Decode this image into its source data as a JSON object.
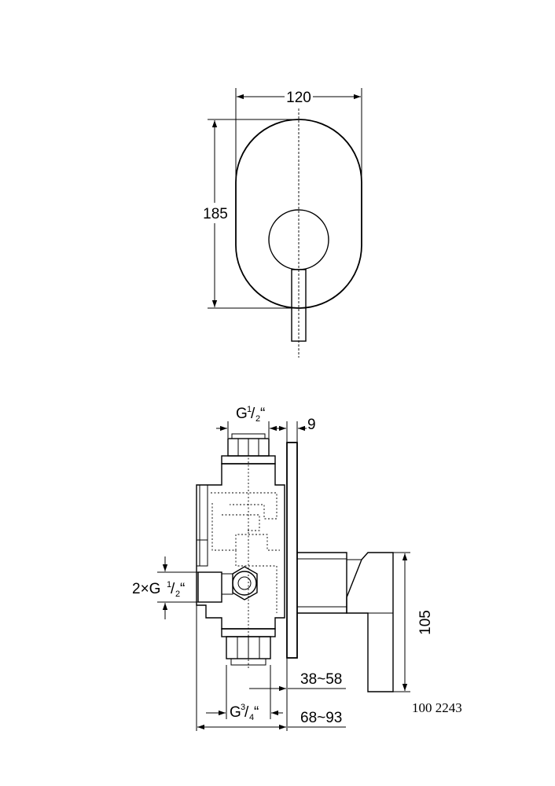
{
  "front_view": {
    "width_label": "120",
    "height_label": "185"
  },
  "side_view": {
    "inlet_thread_prefix": "G",
    "inlet_thread_num": "1",
    "inlet_thread_den": "2",
    "inlet_thread_suffix": "“",
    "plate_thickness_label": "9",
    "side_inlets_prefix": "2×G",
    "side_inlets_num": "1",
    "side_inlets_den": "2",
    "side_inlets_suffix": "“",
    "handle_height_label": "105",
    "outlet_thread_prefix": "G",
    "outlet_thread_num": "3",
    "outlet_thread_den": "4",
    "outlet_thread_suffix": "“",
    "install_depth_1": "38~58",
    "install_depth_2": "68~93"
  },
  "product_code": "100 2243"
}
